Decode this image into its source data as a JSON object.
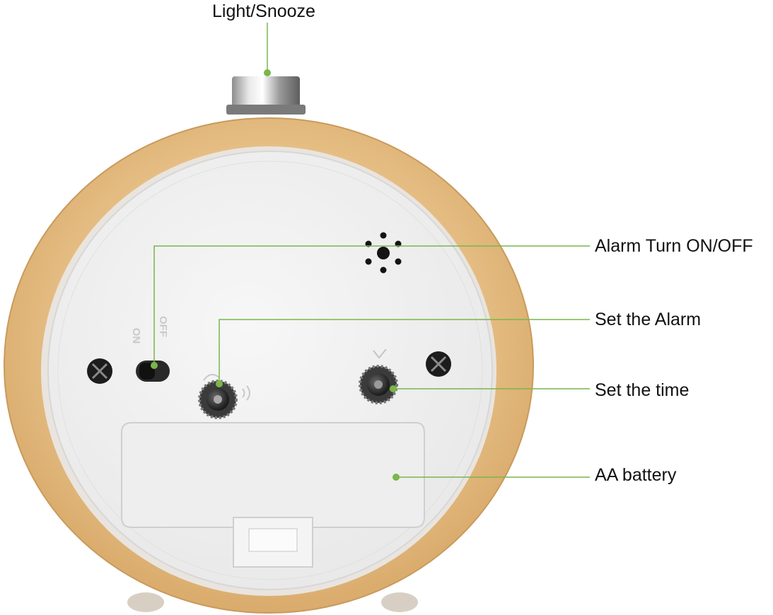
{
  "callouts": {
    "light_snooze": "Light/Snooze",
    "alarm_on_off": "Alarm Turn ON/OFF",
    "set_alarm": "Set the Alarm",
    "set_time": "Set the time",
    "battery": "AA battery"
  },
  "switch_labels": {
    "off": "OFF",
    "on": "ON"
  },
  "colors": {
    "leader_line": "#7ab648",
    "wood": "#e8c48e",
    "clock_back": "#f4f4f4",
    "background": "#ffffff"
  },
  "icons": [
    "speaker-icon",
    "alarm-bell-icon",
    "clock-hands-icon",
    "screw-icon",
    "knob-icon"
  ]
}
